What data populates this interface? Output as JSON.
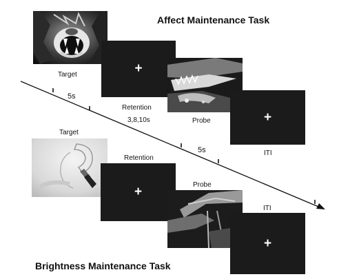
{
  "affect_task": {
    "title": "Affect Maintenance Task",
    "target_label": "Target",
    "target_image": "lion-roaring-photo",
    "retention_label": "Retention",
    "retention_symbol": "+",
    "retention_durations": "3,8,10s",
    "target_duration": "5s",
    "probe_label": "Probe",
    "probe_image": "crocodile-open-jaws-photo",
    "iti_label": "ITI",
    "iti_symbol": "+"
  },
  "brightness_task": {
    "title": "Brightness Maintenance Task",
    "target_label": "Target",
    "target_image": "light-bulb-photo",
    "retention_label": "Retention",
    "retention_symbol": "+",
    "probe_label": "Probe",
    "probe_image": "gray-shapes-photo",
    "probe_duration": "5s",
    "iti_label": "ITI",
    "iti_symbol": "+"
  },
  "timeline": {
    "arrow_icon": "arrowhead-icon",
    "line_color": "#111111",
    "screen_color": "#1b1b1b"
  }
}
